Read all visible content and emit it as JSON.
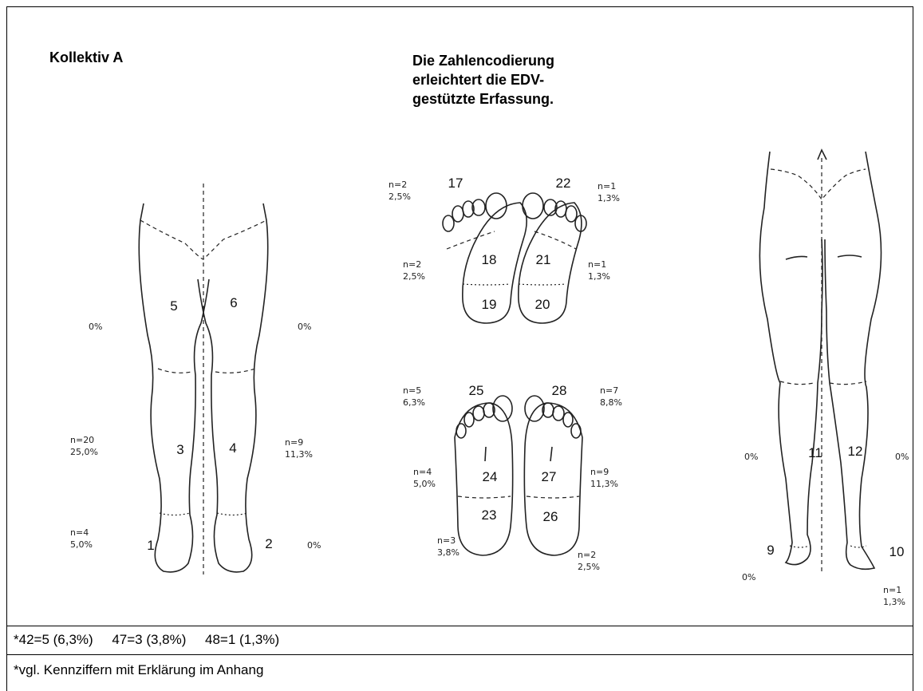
{
  "title": "Kollektiv A",
  "headline": [
    "Die Zahlencodierung",
    "erleichtert die EDV-",
    "gestützte Erfassung."
  ],
  "regions": {
    "r1": "1",
    "r2": "2",
    "r3": "3",
    "r4": "4",
    "r5": "5",
    "r6": "6",
    "r9": "9",
    "r10": "10",
    "r11": "11",
    "r12": "12",
    "r17": "17",
    "r18": "18",
    "r19": "19",
    "r20": "20",
    "r21": "21",
    "r22": "22",
    "r23": "23",
    "r24": "24",
    "r25": "25",
    "r26": "26",
    "r27": "27",
    "r28": "28"
  },
  "labels": {
    "front_thigh_left": "0%",
    "front_thigh_right": "0%",
    "front_shin_left": [
      "n=20",
      "25,0%"
    ],
    "front_shin_right": [
      "n=9",
      "11,3%"
    ],
    "front_foot_left": [
      "n=4",
      "5,0%"
    ],
    "front_foot_right": "0%",
    "sole_toes_left": [
      "n=2",
      "2,5%"
    ],
    "sole_toes_right": [
      "n=1",
      "1,3%"
    ],
    "sole_mid_left": [
      "n=2",
      "2,5%"
    ],
    "sole_mid_right": [
      "n=1",
      "1,3%"
    ],
    "dorsum_toes_left": [
      "n=5",
      "6,3%"
    ],
    "dorsum_toes_right": [
      "n=7",
      "8,8%"
    ],
    "dorsum_mid_left": [
      "n=4",
      "5,0%"
    ],
    "dorsum_mid_right": [
      "n=9",
      "11,3%"
    ],
    "dorsum_heel_left": [
      "n=3",
      "3,8%"
    ],
    "dorsum_heel_right": [
      "n=2",
      "2,5%"
    ],
    "back_calf_left": "0%",
    "back_calf_right": "0%",
    "back_heel_left": "0%",
    "back_heel_right": [
      "n=1",
      "1,3%"
    ]
  },
  "notes": {
    "line1": "*42=5 (6,3%)     47=3 (3,8%)     48=1 (1,3%)",
    "line2": "*vgl. Kennziffern mit Erklärung im Anhang"
  }
}
